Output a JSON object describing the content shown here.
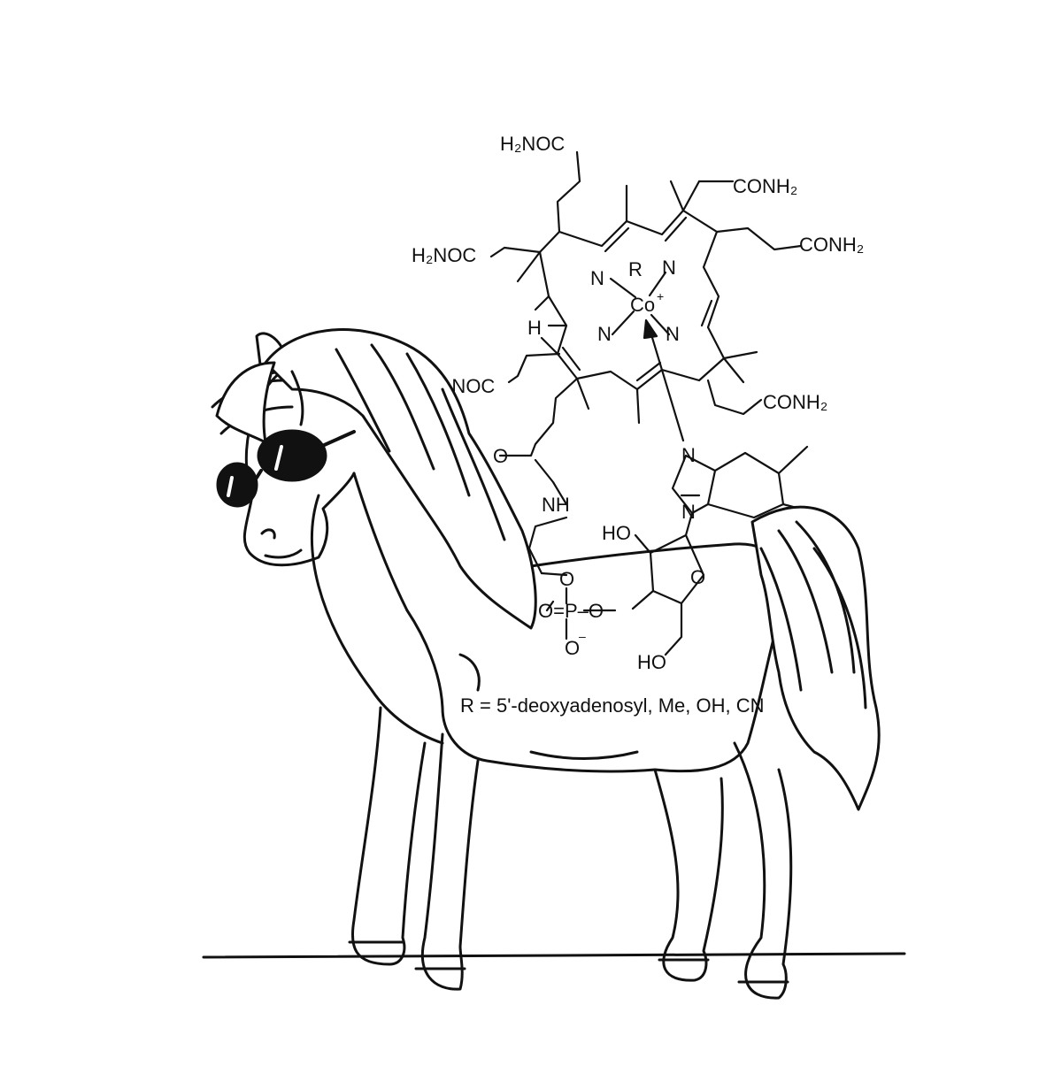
{
  "labels": {
    "h2noc_top": "H₂NOC",
    "conh2_top": "CONH₂",
    "h2noc_left": "H₂NOC",
    "conh2_right": "CONH₂",
    "h2noc_lower": "H₂NOC",
    "conh2_lower": "CONH₂",
    "r": "R",
    "co": "Co",
    "co_charge": "+",
    "n_tl": "N",
    "n_tr": "N",
    "n_bl": "N",
    "n_br": "N",
    "h": "H",
    "o_amide": "O",
    "nh": "NH",
    "n_bz_top": "N",
    "n_bz_bot": "N",
    "ho_top": "HO",
    "o_ring": "O",
    "o_phos_top": "O",
    "o_phos_eq": "O=P–O",
    "o_minus": "O",
    "minus": "–",
    "ho_bottom": "HO"
  },
  "caption": "R = 5'-deoxyadenosyl, Me, OH, CN"
}
